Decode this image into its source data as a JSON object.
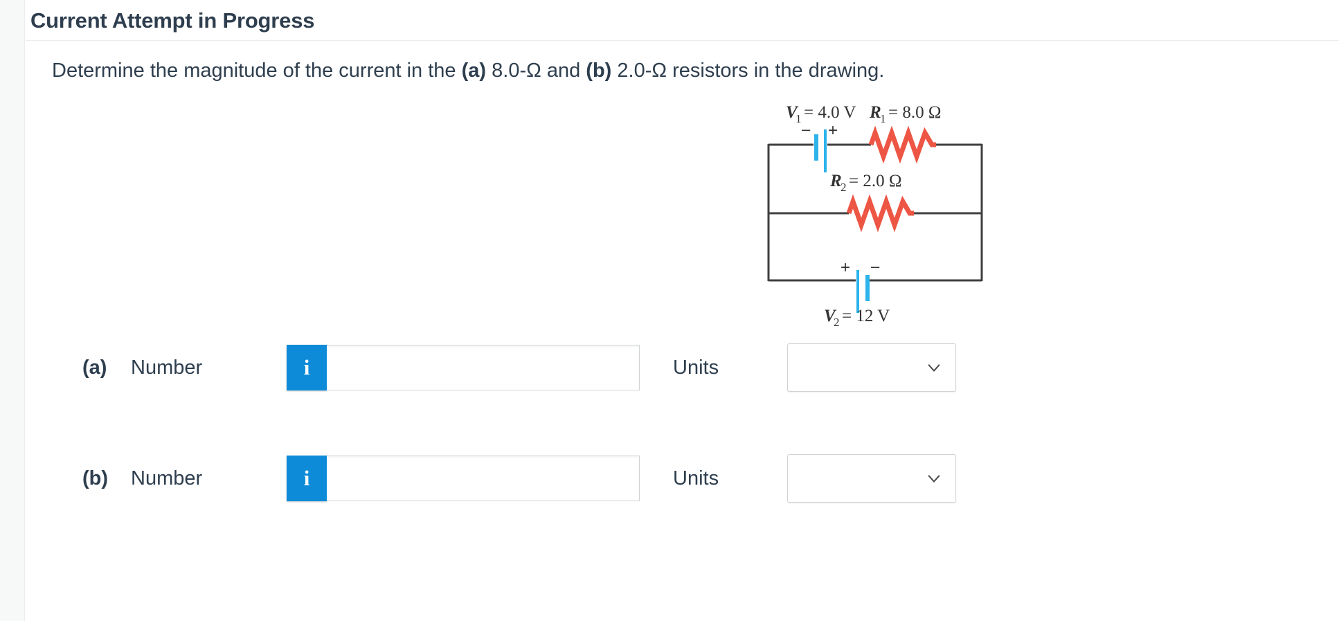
{
  "header": {
    "title": "Current Attempt in Progress"
  },
  "question": {
    "text_part1": "Determine the magnitude of the current in the ",
    "label_a": "(a)",
    "text_part2": " 8.0-Ω and ",
    "label_b": "(b)",
    "text_part3": " 2.0-Ω resistors in the drawing."
  },
  "figure": {
    "alt": "circuit-diagram",
    "labels": {
      "v1": "V",
      "v1_sub": "1",
      "v1_value": "= 4.0 V",
      "v1_minus": "–",
      "v1_plus": "+",
      "r1": "R",
      "r1_sub": "1",
      "r1_value": "= 8.0 Ω",
      "r2": "R",
      "r2_sub": "2",
      "r2_value": "= 2.0 Ω",
      "v2": "V",
      "v2_sub": "2",
      "v2_value": "= 12 V",
      "v2_plus": "+",
      "v2_minus": "–"
    },
    "colors": {
      "wire": "#3f3f3f",
      "resistor": "#ed5544",
      "battery": "#2bb3ea"
    }
  },
  "answers": {
    "units_label": "Units",
    "number_label": "Number",
    "info_icon_glyph": "i",
    "rows": [
      {
        "part": "(a)",
        "number_label": "Number",
        "number_value": "",
        "number_placeholder": "",
        "units_label": "Units",
        "units_value": ""
      },
      {
        "part": "(b)",
        "number_label": "Number",
        "number_value": "",
        "number_placeholder": "",
        "units_label": "Units",
        "units_value": ""
      }
    ]
  },
  "theme": {
    "accent_blue": "#0d8bd9",
    "text_color": "#2e3e4e",
    "border_color": "#cfd3d6",
    "rail_bg": "#f7f8f8"
  }
}
